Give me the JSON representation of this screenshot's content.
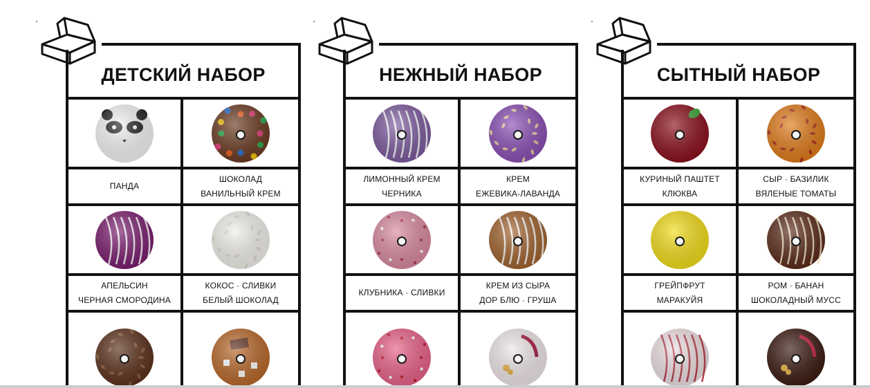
{
  "sets": [
    {
      "title": "ДЕТСКИЙ НАБОР",
      "items": [
        {
          "lines": [
            "ПАНДА"
          ],
          "donut": {
            "glaze": "#f4f4f4",
            "accent": "#222222",
            "style": "panda"
          }
        },
        {
          "lines": [
            "ШОКОЛАД",
            "ВАНИЛЬНЫЙ КРЕМ"
          ],
          "donut": {
            "glaze": "#6b3a22",
            "accent": "#e23c7a",
            "style": "candies"
          }
        },
        {
          "lines": [
            "АПЕЛЬСИН",
            "ЧЕРНАЯ СМОРОДИНА"
          ],
          "donut": {
            "glaze": "#7a1c6e",
            "accent": "#ffffff",
            "style": "marble"
          }
        },
        {
          "lines": [
            "КОКОС · СЛИВКИ",
            "БЕЛЫЙ ШОКОЛАД"
          ],
          "donut": {
            "glaze": "#f2f0ea",
            "accent": "#dddad2",
            "style": "coconut"
          }
        },
        {
          "lines": [],
          "donut": {
            "glaze": "#5a2f1a",
            "accent": "#8a5a38",
            "style": "crumbs"
          }
        },
        {
          "lines": [],
          "donut": {
            "glaze": "#b8682a",
            "accent": "#ffffff",
            "style": "marshmallow"
          }
        }
      ]
    },
    {
      "title": "НЕЖНЫЙ НАБОР",
      "items": [
        {
          "lines": [
            "ЛИМОННЫЙ КРЕМ",
            "ЧЕРНИКА"
          ],
          "donut": {
            "glaze": "#7c5a9e",
            "accent": "#ffffff",
            "style": "stripes"
          }
        },
        {
          "lines": [
            "КРЕМ",
            "ЕЖЕВИКА-ЛАВАНДА"
          ],
          "donut": {
            "glaze": "#8a4fb5",
            "accent": "#e8c9a0",
            "style": "almonds"
          }
        },
        {
          "lines": [
            "КЛУБНИКА · СЛИВКИ"
          ],
          "donut": {
            "glaze": "#d98aa0",
            "accent": "#b13a50",
            "style": "sprinkles"
          }
        },
        {
          "lines": [
            "КРЕМ ИЗ СЫРА",
            "ДОР БЛЮ · ГРУША"
          ],
          "donut": {
            "glaze": "#a0622e",
            "accent": "#ffffff",
            "style": "stripes"
          }
        },
        {
          "lines": [],
          "donut": {
            "glaze": "#e86088",
            "accent": "#c3162e",
            "style": "sprinkles"
          }
        },
        {
          "lines": [],
          "donut": {
            "glaze": "#efe6e8",
            "accent": "#a0123a",
            "style": "berry"
          }
        }
      ]
    },
    {
      "title": "СЫТНЫЙ НАБОР",
      "items": [
        {
          "lines": [
            "КУРИНЫЙ ПАШТЕТ",
            "КЛЮКВА"
          ],
          "donut": {
            "glaze": "#8a0f1c",
            "accent": "#3aa23a",
            "style": "leaf"
          }
        },
        {
          "lines": [
            "СЫР · БАЗИЛИК",
            "ВЯЛЕНЫЕ ТОМАТЫ"
          ],
          "donut": {
            "glaze": "#e07b1a",
            "accent": "#b0301a",
            "style": "crumbs"
          }
        },
        {
          "lines": [
            "ГРЕЙПФРУТ",
            "МАРАКУЙЯ"
          ],
          "donut": {
            "glaze": "#f2dc1a",
            "accent": "#c8b000",
            "style": "plain"
          }
        },
        {
          "lines": [
            "РОМ · БАНАН",
            "ШОКОЛАДНЫЙ МУСС"
          ],
          "donut": {
            "glaze": "#5a2a1a",
            "accent": "#f0e0c0",
            "style": "stripes"
          }
        },
        {
          "lines": [],
          "donut": {
            "glaze": "#eee0e2",
            "accent": "#b02a3a",
            "style": "stripes"
          }
        },
        {
          "lines": [],
          "donut": {
            "glaze": "#3a1a10",
            "accent": "#c41a3a",
            "style": "berry"
          }
        }
      ]
    }
  ]
}
